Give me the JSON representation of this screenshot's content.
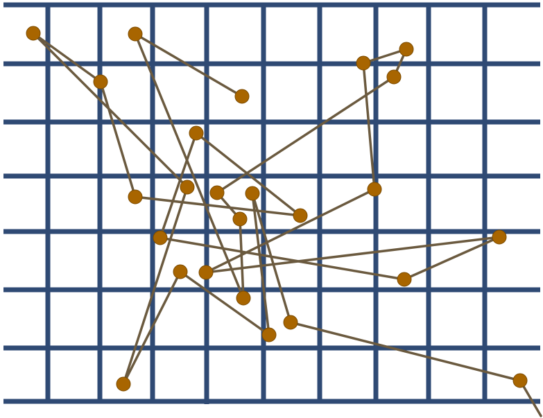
{
  "colors": {
    "background": "#ffffff",
    "grid": "#2f4a74",
    "path_line": "#6b5a3f",
    "point_fill": "#a86500",
    "point_stroke": "#7a4a00"
  },
  "grid": {
    "horizontal_lines": 8,
    "vertical_lines": 9
  },
  "path": {
    "point_count": 27
  }
}
